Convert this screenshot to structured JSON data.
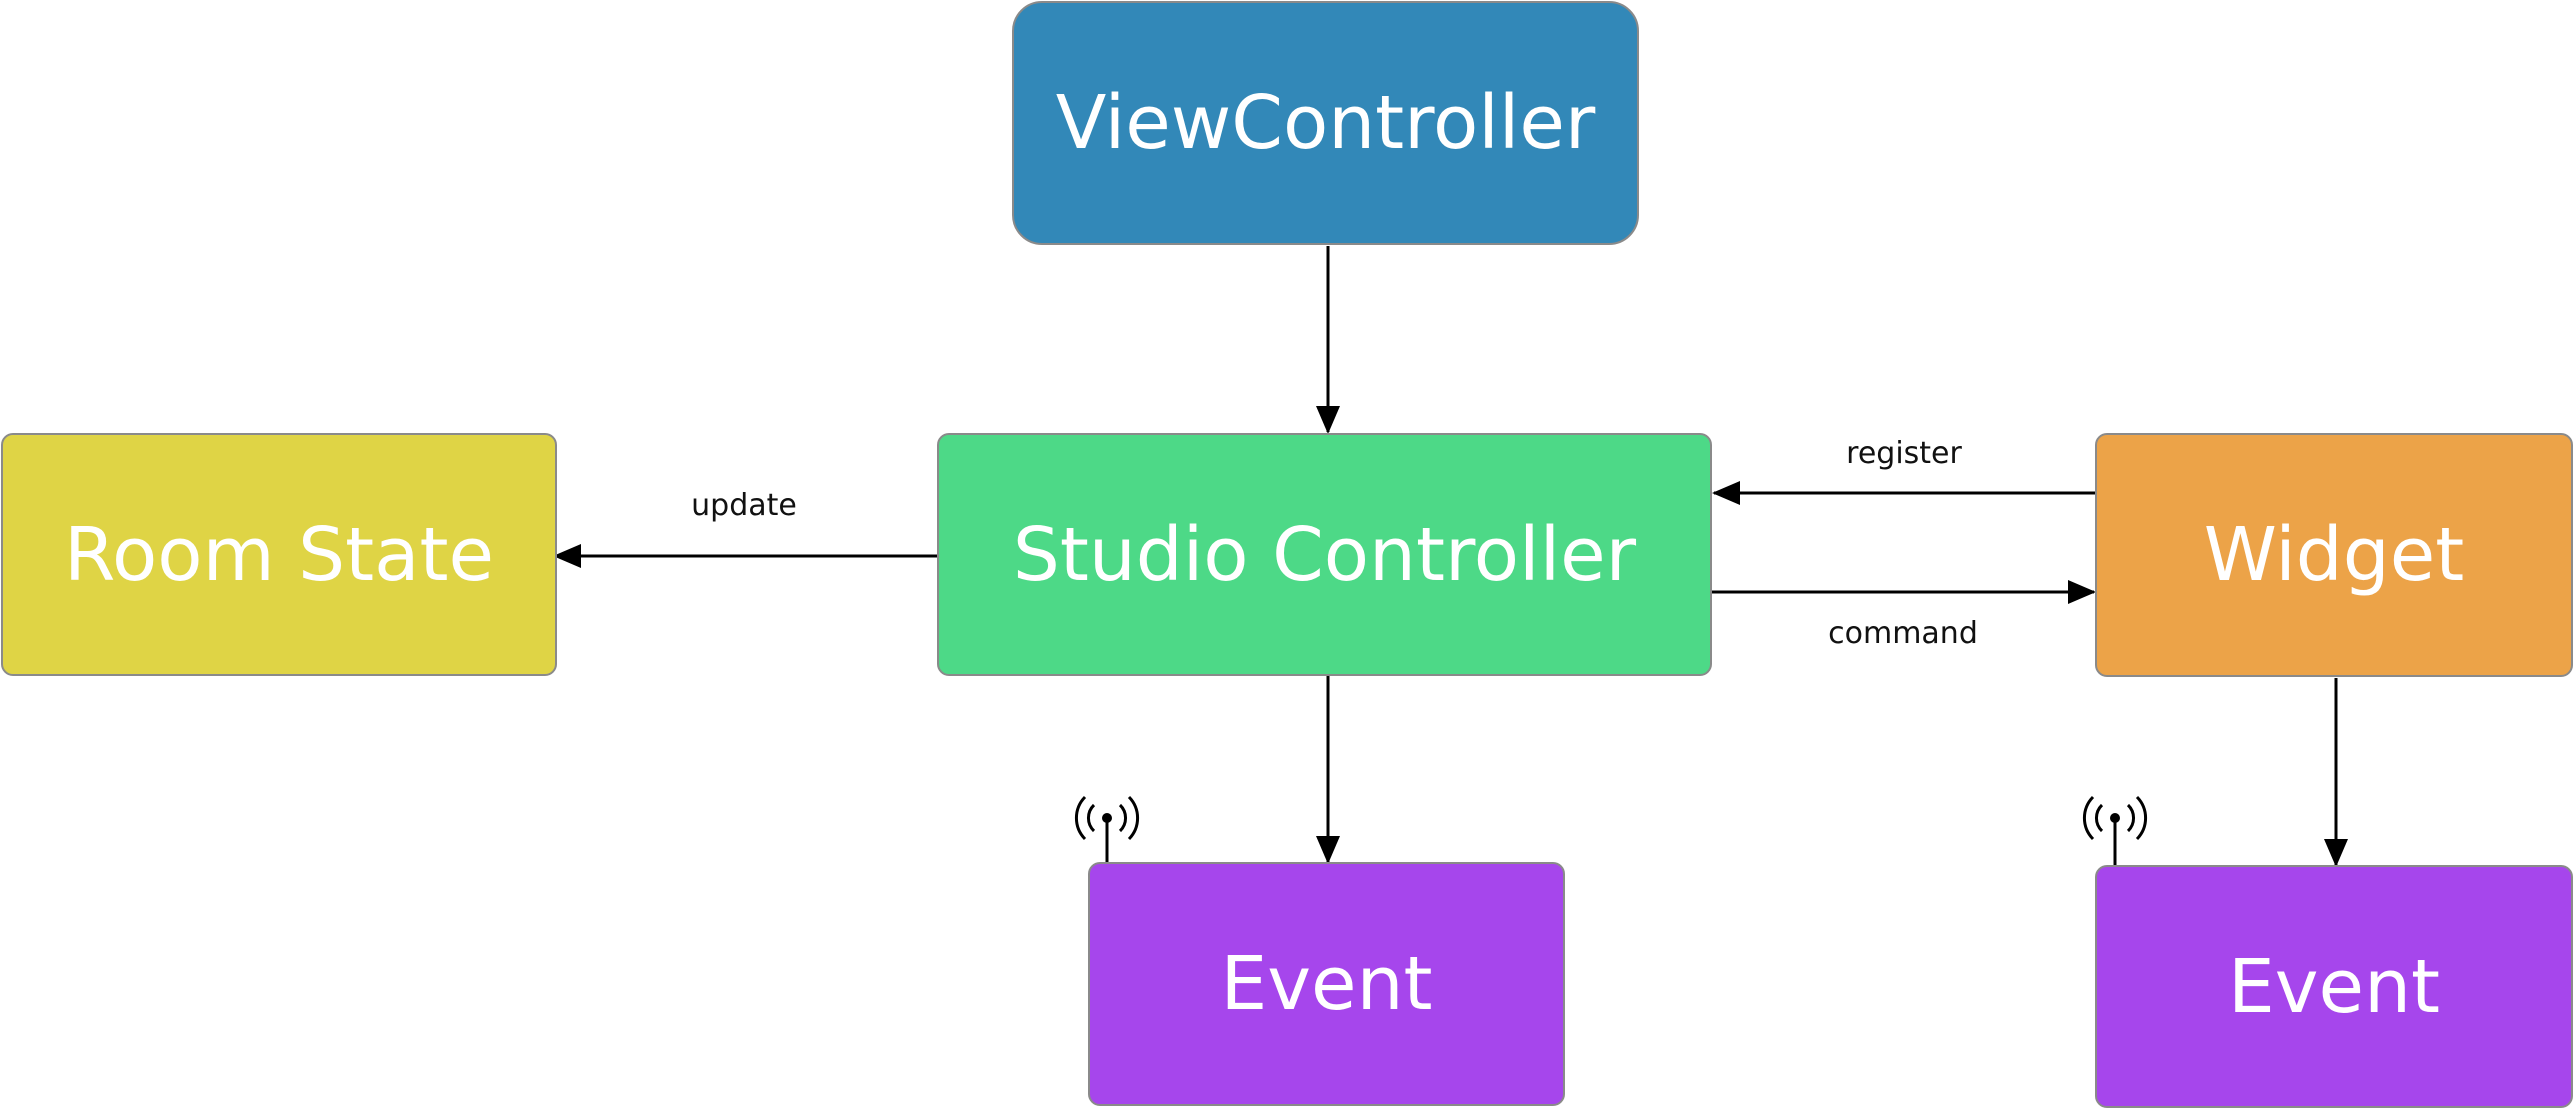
{
  "nodes": {
    "view_controller": {
      "label": "ViewController",
      "color": "#3288b8"
    },
    "studio_controller": {
      "label": "Studio Controller",
      "color": "#4dd987"
    },
    "room_state": {
      "label": "Room State",
      "color": "#dfd445"
    },
    "widget": {
      "label": "Widget",
      "color": "#eca348"
    },
    "event_left": {
      "label": "Event",
      "color": "#a646ec"
    },
    "event_right": {
      "label": "Event",
      "color": "#a646ec"
    }
  },
  "edges": {
    "update": "update",
    "register": "register",
    "command": "command"
  },
  "icons": [
    "broadcast-icon",
    "broadcast-icon"
  ]
}
